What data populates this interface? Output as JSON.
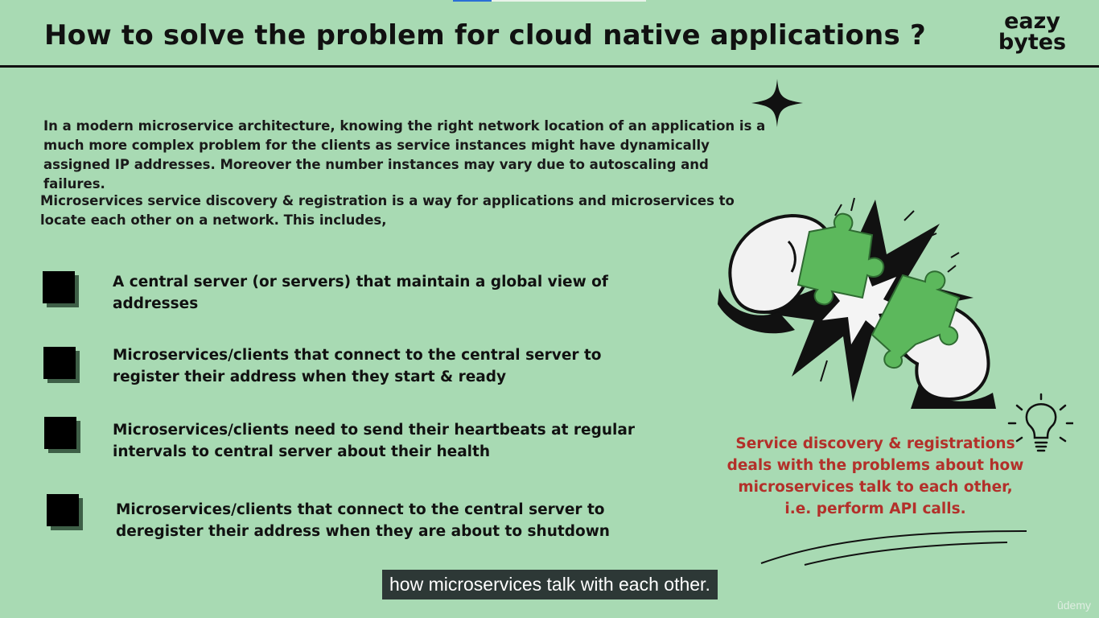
{
  "slide": {
    "title": "How to solve the problem for cloud native applications  ?",
    "logo": {
      "line1": "eazy",
      "line2": "bytes"
    },
    "paragraphs": [
      "In a modern microservice architecture, knowing the right network location of an application is a much more complex problem for the clients as service instances might have dynamically assigned IP addresses. Moreover the number instances may vary due to autoscaling and failures.",
      "Microservices service discovery & registration is a way for applications and microservices to locate each other on a network. This includes,"
    ],
    "bullets": [
      {
        "line1": "A central server (or servers) that maintain a global view of",
        "line2": "addresses"
      },
      {
        "line1": "Microservices/clients that connect to the central server to",
        "line2": "register their address when they start & ready"
      },
      {
        "line1": "Microservices/clients need to send their heartbeats at regular",
        "line2": "intervals to central server about their health"
      },
      {
        "line1": "Microservices/clients that connect to the central server to",
        "line2": "deregister their address when they are about to shutdown"
      }
    ],
    "callout": {
      "lines": [
        "Service discovery & registrations",
        "deals with the problems about how",
        "microservices talk to each other,",
        "i.e. perform API calls."
      ]
    }
  },
  "player": {
    "subtitle": "how microservices talk with each other.",
    "watermark": "ûdemy"
  },
  "colors": {
    "background": "#a8dab3",
    "callout_text": "#b3302a",
    "puzzle_green": "#5cb85c"
  },
  "icons": [
    "sparkle-icon",
    "puzzle-hands-illustration",
    "lightbulb-icon",
    "swoosh-decoration"
  ]
}
